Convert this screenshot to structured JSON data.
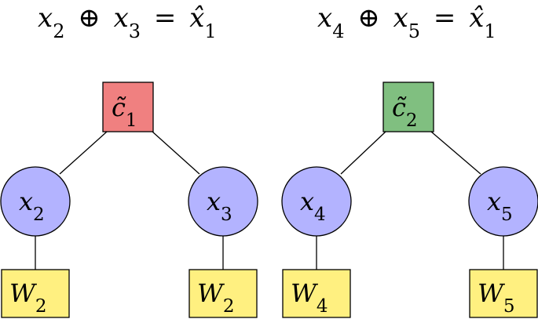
{
  "equations": {
    "left": {
      "a": "x",
      "a_sub": "2",
      "op": "⊕",
      "b": "x",
      "b_sub": "3",
      "eq": "=",
      "c": "x̂",
      "c_sub": "1"
    },
    "right": {
      "a": "x",
      "a_sub": "4",
      "op": "⊕",
      "b": "x",
      "b_sub": "5",
      "eq": "=",
      "c": "x̂",
      "c_sub": "1"
    }
  },
  "checks": {
    "c1": {
      "base": "c̃",
      "sub": "1",
      "color": "#F08080"
    },
    "c2": {
      "base": "c̃",
      "sub": "2",
      "color": "#80BF80"
    }
  },
  "variables": {
    "x2": {
      "base": "x",
      "sub": "2"
    },
    "x3": {
      "base": "x",
      "sub": "3"
    },
    "x4": {
      "base": "x",
      "sub": "4"
    },
    "x5": {
      "base": "x",
      "sub": "5"
    },
    "color": "#B3B3FF"
  },
  "channels": {
    "w_left_1": {
      "base": "W",
      "sub": "2"
    },
    "w_left_2": {
      "base": "W",
      "sub": "2"
    },
    "w_right_1": {
      "base": "W",
      "sub": "4"
    },
    "w_right_2": {
      "base": "W",
      "sub": "5"
    },
    "color": "#FFF080"
  }
}
